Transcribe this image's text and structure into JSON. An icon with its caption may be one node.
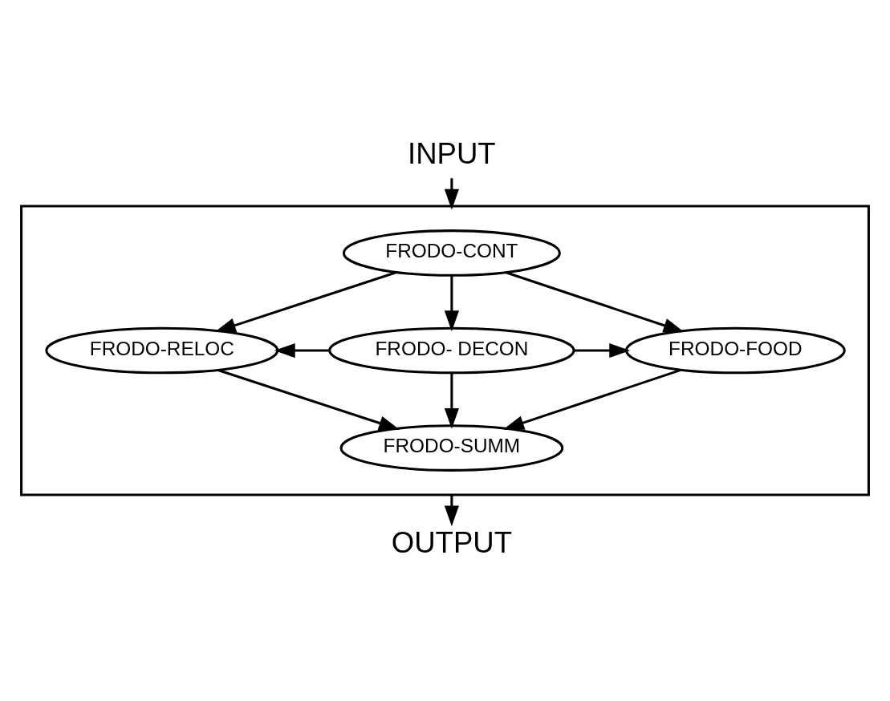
{
  "diagram": {
    "nodes": [
      {
        "text": [
          "INPUT"
        ]
      },
      {
        "text": [],
        "shape": "box"
      },
      {
        "text": [
          "FRODO-CONT"
        ],
        "in": 1
      },
      {
        "text": [
          "FRODO-RELOC"
        ],
        "in": 1
      },
      {
        "text": [
          "FRODO- DECON"
        ],
        "in": 1
      },
      {
        "text": [
          "FRODO-FOOD"
        ],
        "in": 1
      },
      {
        "text": [
          "FRODO-SUMM"
        ],
        "in": 1
      },
      {
        "text": [
          "OUTPUT"
        ]
      }
    ],
    "edges": [
      {
        "from": 0,
        "to": 1,
        "arrow": "to"
      },
      {
        "from": 2,
        "to": 3,
        "arrow": "to"
      },
      {
        "from": 2,
        "to": 4,
        "arrow": "to"
      },
      {
        "from": 2,
        "to": 5,
        "arrow": "to"
      },
      {
        "from": 4,
        "to": 3,
        "arrow": "to"
      },
      {
        "from": 4,
        "to": 5,
        "arrow": "to"
      },
      {
        "from": 4,
        "to": 6,
        "arrow": "to"
      },
      {
        "from": 3,
        "to": 6,
        "arrow": "to"
      },
      {
        "from": 5,
        "to": 6,
        "arrow": "to"
      },
      {
        "from": 1,
        "to": 7,
        "arrow": "to"
      }
    ]
  }
}
